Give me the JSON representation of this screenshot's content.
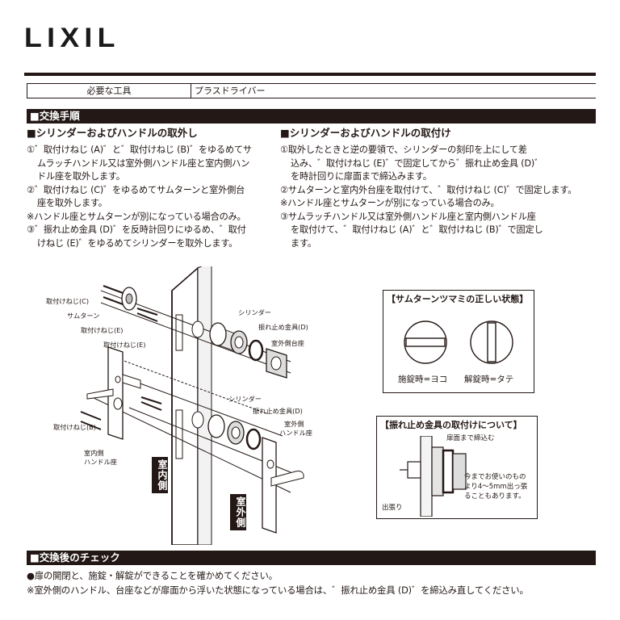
{
  "brand": "LIXIL",
  "tools": {
    "label": "必要な工具",
    "value": "プラスドライバー"
  },
  "section_replace": "■交換手順",
  "removal": {
    "heading": "■シリンダーおよびハンドルの取外し",
    "lines": [
      "①゛取付けねじ (A)゛と゛取付けねじ (B)゛をゆるめてサ",
      "ムラッチハンドル又は室外側ハンドル座と室内側ハン",
      "ドル座を取外します。",
      "②゛取付けねじ (C)゛をゆるめてサムターンと室外側台",
      "座を取外します。",
      "※ハンドル座とサムターンが別になっている場合のみ。",
      "③゛振れ止め金具 (D)゛を反時計回りにゆるめ、゛取付",
      "けねじ (E)゛をゆるめてシリンダーを取外します。"
    ]
  },
  "install": {
    "heading": "■シリンダーおよびハンドルの取付け",
    "lines": [
      "①取外したときと逆の要領で、シリンダーの刻印を上にして差",
      "込み、゛取付けねじ (E)゛で固定してから゛振れ止め金具 (D)゛",
      "を時計回りに扉面まで締込みます。",
      "②サムターンと室内外台座を取付けて、゛取付けねじ (C)゛で固定します。",
      "※ハンドル座とサムターンが別になっている場合のみ。",
      "③サムラッチハンドル又は室外側ハンドル座と室内側ハンドル座",
      "を取付けて、゛取付けねじ (A)゛と゛取付けねじ (B)゛で固定し",
      "ます。"
    ]
  },
  "diagram": {
    "screw_c": "取付けねじ(C)",
    "thumbturn": "サムターン",
    "screw_e1": "取付けねじ(E)",
    "screw_e2": "取付けねじ(E)",
    "screw_b": "取付けねじ(B)",
    "inner_handle": "室内側",
    "inner_handle2": "ハンドル座",
    "cylinder1": "シリンダー",
    "stopper1": "振れ止め金具(D)",
    "outer_base": "室外側台座",
    "cylinder2": "シリンダー",
    "stopper2": "振れ止め金具(D)",
    "outer_handle": "室外側",
    "outer_handle2": "ハンドル座",
    "indoor": "室内側",
    "outdoor": "室外側"
  },
  "thumbturn_box": {
    "title": "【サムターンツマミの正しい状態】",
    "locked": "施錠時=ヨコ",
    "unlocked": "解錠時=タテ"
  },
  "stopper_box": {
    "title": "【振れ止め金具の取付けについて】",
    "tighten": "扉面まで締込む",
    "note1": "今までお使いのもの",
    "note2": "より4～5mm出っ張",
    "note3": "ることもあります。",
    "protrude": "出張り"
  },
  "section_check": "■交換後のチェック",
  "check_lines": [
    "●扉の開閉と、施錠・解錠ができることを確かめてください。",
    "※室外側のハンドル、台座などが扉面から浮いた状態になっている場合は、゛振れ止め金具 (D)゛を締込み直してください。"
  ]
}
